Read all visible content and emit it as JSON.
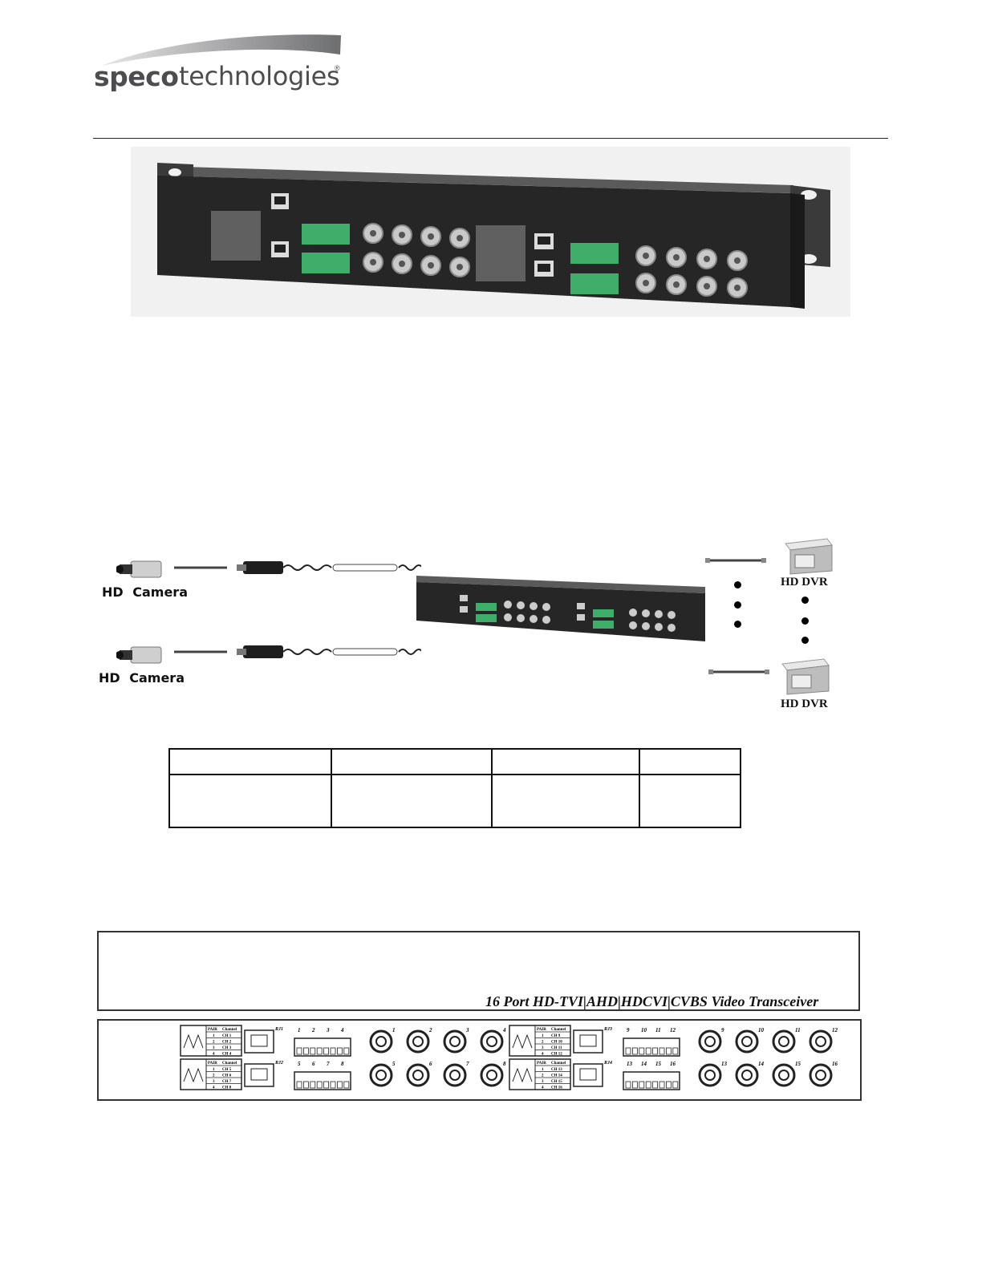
{
  "logo": {
    "brand_bold": "speco",
    "brand_light": "technologies",
    "reg_mark": "®"
  },
  "diagram": {
    "cameras": [
      {
        "label": "HD  Camera"
      },
      {
        "label": "HD  Camera"
      }
    ],
    "dvrs": [
      {
        "label": "HD DVR"
      },
      {
        "label": "HD DVR"
      }
    ]
  },
  "spec_table": {
    "rows": [
      [
        "",
        "",
        "",
        ""
      ],
      [
        "",
        "",
        "",
        ""
      ]
    ]
  },
  "panel": {
    "title": "16 Port HD-TVI|AHD|HDCVI|CVBS Video Transceiver",
    "rj_labels": [
      "RJ1",
      "RJ2",
      "RJ3",
      "RJ4"
    ],
    "terminal_numbers": [
      [
        "1",
        "2",
        "3",
        "4"
      ],
      [
        "5",
        "6",
        "7",
        "8"
      ],
      [
        "9",
        "10",
        "11",
        "12"
      ],
      [
        "13",
        "14",
        "15",
        "16"
      ]
    ],
    "bnc_numbers": [
      "1",
      "2",
      "3",
      "4",
      "5",
      "6",
      "7",
      "8",
      "9",
      "10",
      "11",
      "12",
      "13",
      "14",
      "15",
      "16"
    ],
    "pair_table": {
      "header": [
        "PAIR",
        "Channel"
      ],
      "groups": [
        [
          [
            "1",
            "CH 1"
          ],
          [
            "2",
            "CH 2"
          ],
          [
            "3",
            "CH 3"
          ],
          [
            "4",
            "CH 4"
          ]
        ],
        [
          [
            "1",
            "CH 5"
          ],
          [
            "2",
            "CH 6"
          ],
          [
            "3",
            "CH 7"
          ],
          [
            "4",
            "CH 8"
          ]
        ],
        [
          [
            "1",
            "CH 9"
          ],
          [
            "2",
            "CH 10"
          ],
          [
            "3",
            "CH 11"
          ],
          [
            "4",
            "CH 12"
          ]
        ],
        [
          [
            "1",
            "CH 13"
          ],
          [
            "2",
            "CH 14"
          ],
          [
            "3",
            "CH 15"
          ],
          [
            "4",
            "CH 16"
          ]
        ]
      ]
    }
  }
}
